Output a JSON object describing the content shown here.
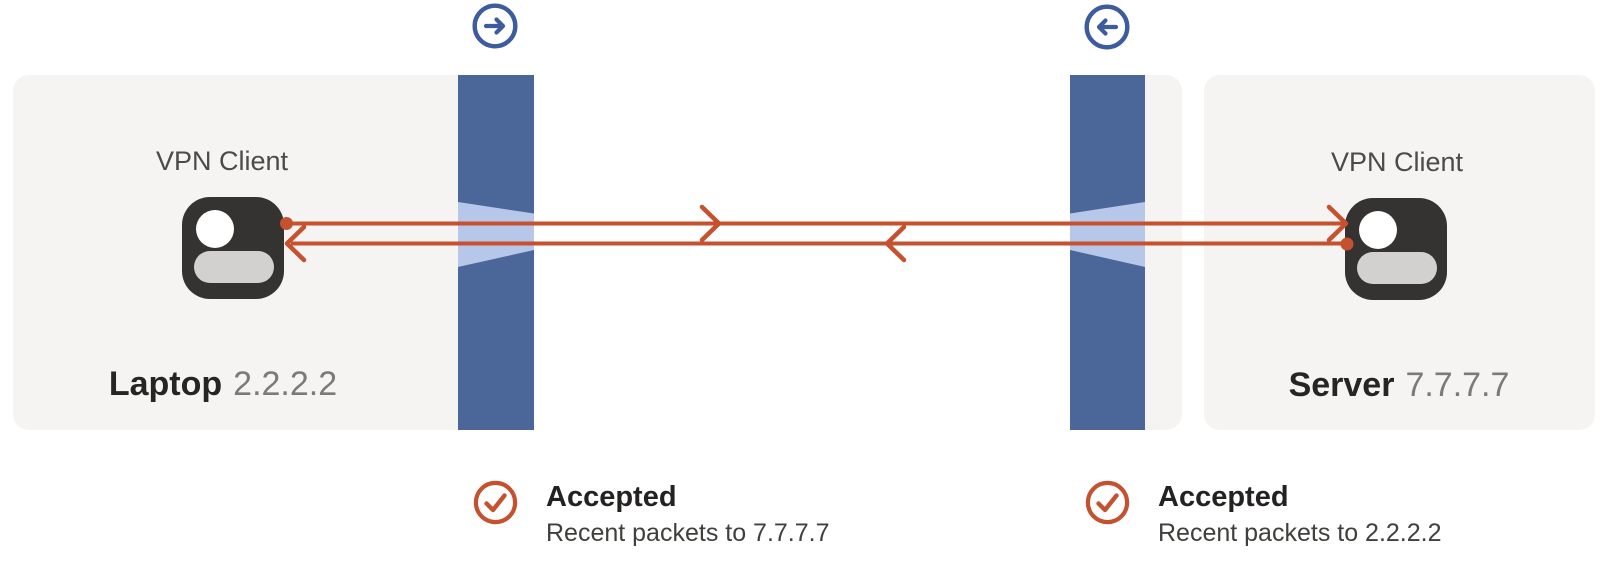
{
  "colors": {
    "accent_orange": "#c5512f",
    "firewall_blue": "#4b6699",
    "funnel_light_blue": "#b6c7e9",
    "direction_icon_blue": "#3d5c9e",
    "card_background": "#f5f4f2",
    "avatar_dark": "#353331",
    "avatar_body_gray": "#d3d1cf",
    "name_text": "#262523",
    "ip_text": "#7b7a78",
    "label_text": "#4b4b49",
    "status_title_text": "#232221",
    "status_detail_text": "#403f3d"
  },
  "left_machine": {
    "role_label": "VPN Client",
    "name": "Laptop",
    "ip": "2.2.2.2"
  },
  "right_machine": {
    "role_label": "VPN Client",
    "name": "Server",
    "ip": "7.7.7.7"
  },
  "left_firewall": {
    "direction_icon": "arrow-right-circle",
    "status": {
      "title": "Accepted",
      "detail": "Recent packets to 7.7.7.7"
    }
  },
  "right_firewall": {
    "direction_icon": "arrow-left-circle",
    "status": {
      "title": "Accepted",
      "detail": "Recent packets to 2.2.2.2"
    }
  },
  "packet_flows": {
    "top_line_direction": "left-to-right",
    "bottom_line_direction": "right-to-left"
  }
}
